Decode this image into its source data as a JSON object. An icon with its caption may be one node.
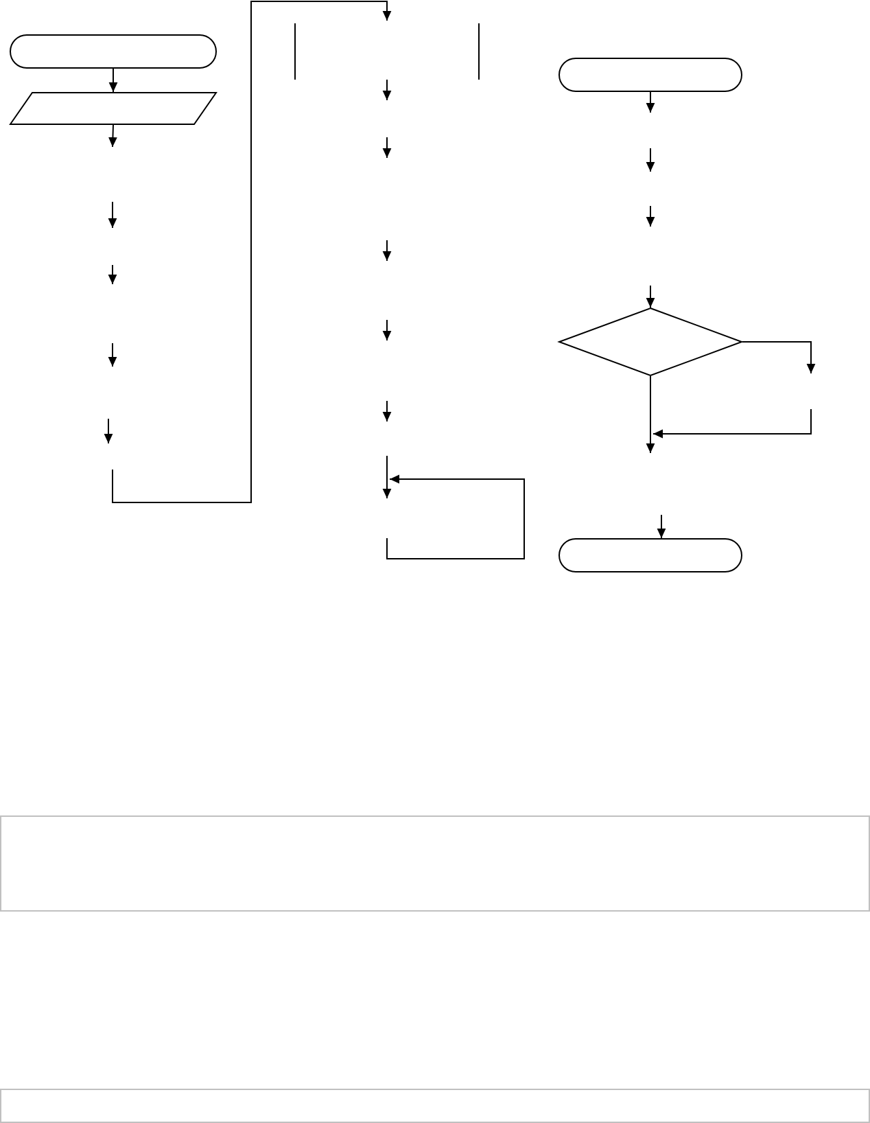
{
  "diagram": {
    "nodes": [
      {
        "text": [],
        "shape": "pill"
      },
      {
        "text": [],
        "shape": "parallelogram"
      },
      {
        "text": [],
        "shape": "pill"
      },
      {
        "text": [],
        "shape": "diamond"
      },
      {
        "text": [],
        "shape": "pill"
      }
    ],
    "edges": [
      {
        "from": 0,
        "to": 1,
        "arrow": "to"
      },
      {
        "from": 1,
        "to": null,
        "arrow": "to"
      },
      {
        "from": 2,
        "to": null,
        "arrow": "to"
      },
      {
        "from": null,
        "to": 3,
        "arrow": "to"
      },
      {
        "from": 3,
        "to": null,
        "arrow": "to"
      },
      {
        "from": 3,
        "to": null,
        "arrow": "to"
      },
      {
        "from": null,
        "to": 4,
        "arrow": "to"
      }
    ]
  }
}
